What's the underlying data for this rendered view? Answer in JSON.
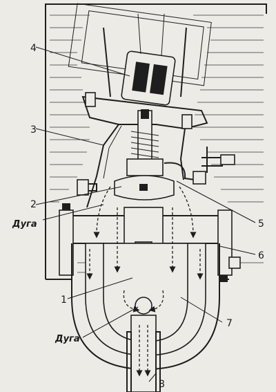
{
  "labels": {
    "n1": "1",
    "n2": "2",
    "n3": "3",
    "n4": "4",
    "n5": "5",
    "n6": "6",
    "n7": "7",
    "n8": "8",
    "arc_upper": "Дуга",
    "arc_lower": "Дуга"
  },
  "colors": {
    "paper": "#ecebe6",
    "ink": "#1e1e1e"
  }
}
